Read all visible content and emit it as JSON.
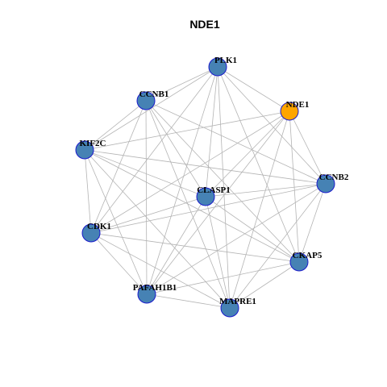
{
  "title": "NDE1",
  "colors": {
    "node_default": "#4682b4",
    "node_highlight": "#ffa500",
    "node_border": "#1a1acc",
    "edge": "#b4b4b4"
  },
  "nodes": [
    {
      "id": "PLK1",
      "label": "PLK1",
      "highlight": false
    },
    {
      "id": "NDE1",
      "label": "NDE1",
      "highlight": true
    },
    {
      "id": "CCNB1",
      "label": "CCNB1",
      "highlight": false
    },
    {
      "id": "KIF2C",
      "label": "KIF2C",
      "highlight": false
    },
    {
      "id": "CCNB2",
      "label": "CCNB2",
      "highlight": false
    },
    {
      "id": "CLASP1",
      "label": "CLASP1",
      "highlight": false
    },
    {
      "id": "CDK1",
      "label": "CDK1",
      "highlight": false
    },
    {
      "id": "CKAP5",
      "label": "CKAP5",
      "highlight": false
    },
    {
      "id": "PAFAH1B1",
      "label": "PAFAH1B1",
      "highlight": false
    },
    {
      "id": "MAPRE1",
      "label": "MAPRE1",
      "highlight": false
    }
  ],
  "edges": [
    [
      "PLK1",
      "CCNB1"
    ],
    [
      "PLK1",
      "KIF2C"
    ],
    [
      "PLK1",
      "NDE1"
    ],
    [
      "PLK1",
      "CCNB2"
    ],
    [
      "PLK1",
      "CLASP1"
    ],
    [
      "PLK1",
      "CDK1"
    ],
    [
      "PLK1",
      "CKAP5"
    ],
    [
      "PLK1",
      "PAFAH1B1"
    ],
    [
      "PLK1",
      "MAPRE1"
    ],
    [
      "NDE1",
      "KIF2C"
    ],
    [
      "NDE1",
      "CCNB2"
    ],
    [
      "NDE1",
      "CLASP1"
    ],
    [
      "NDE1",
      "CDK1"
    ],
    [
      "NDE1",
      "CKAP5"
    ],
    [
      "NDE1",
      "PAFAH1B1"
    ],
    [
      "NDE1",
      "MAPRE1"
    ],
    [
      "CCNB1",
      "KIF2C"
    ],
    [
      "CCNB1",
      "CCNB2"
    ],
    [
      "CCNB1",
      "CLASP1"
    ],
    [
      "CCNB1",
      "CDK1"
    ],
    [
      "CCNB1",
      "CKAP5"
    ],
    [
      "CCNB1",
      "PAFAH1B1"
    ],
    [
      "CCNB1",
      "MAPRE1"
    ],
    [
      "KIF2C",
      "CCNB2"
    ],
    [
      "KIF2C",
      "CLASP1"
    ],
    [
      "KIF2C",
      "CDK1"
    ],
    [
      "KIF2C",
      "CKAP5"
    ],
    [
      "KIF2C",
      "PAFAH1B1"
    ],
    [
      "KIF2C",
      "MAPRE1"
    ],
    [
      "CCNB2",
      "CLASP1"
    ],
    [
      "CCNB2",
      "CDK1"
    ],
    [
      "CCNB2",
      "CKAP5"
    ],
    [
      "CCNB2",
      "PAFAH1B1"
    ],
    [
      "CCNB2",
      "MAPRE1"
    ],
    [
      "CLASP1",
      "CDK1"
    ],
    [
      "CLASP1",
      "CKAP5"
    ],
    [
      "CLASP1",
      "PAFAH1B1"
    ],
    [
      "CLASP1",
      "MAPRE1"
    ],
    [
      "CDK1",
      "CKAP5"
    ],
    [
      "CDK1",
      "PAFAH1B1"
    ],
    [
      "CDK1",
      "MAPRE1"
    ],
    [
      "CKAP5",
      "PAFAH1B1"
    ],
    [
      "CKAP5",
      "MAPRE1"
    ],
    [
      "PAFAH1B1",
      "MAPRE1"
    ]
  ]
}
